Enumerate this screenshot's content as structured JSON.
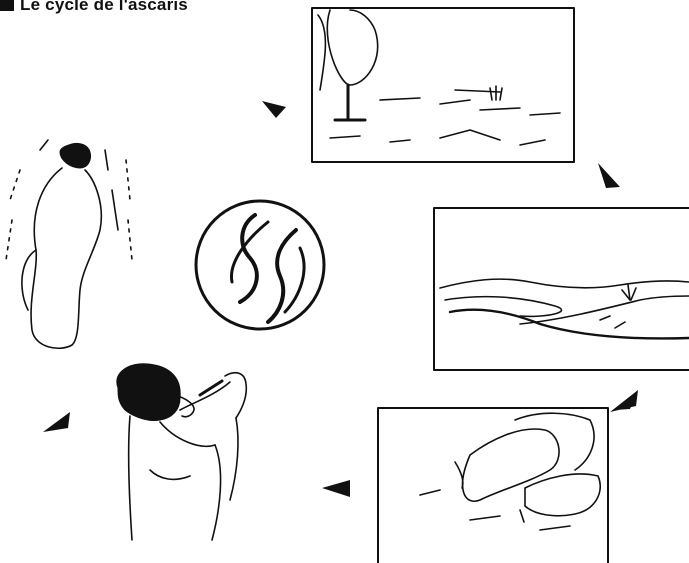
{
  "title": "Le cycle de l'ascaris",
  "colors": {
    "ink": "#111111",
    "paper": "#ffffff"
  },
  "stages": [
    {
      "name": "child-sleeping",
      "icon": "sleeping-child-icon"
    },
    {
      "name": "defecation-in-field",
      "icon": "field-tree-icon"
    },
    {
      "name": "contaminated-soil",
      "icon": "soil-landscape-icon"
    },
    {
      "name": "dirty-hands-soil",
      "icon": "hands-in-soil-icon"
    },
    {
      "name": "child-drinking",
      "icon": "boy-drinking-icon"
    }
  ],
  "center_icon": "worms-circle-icon"
}
